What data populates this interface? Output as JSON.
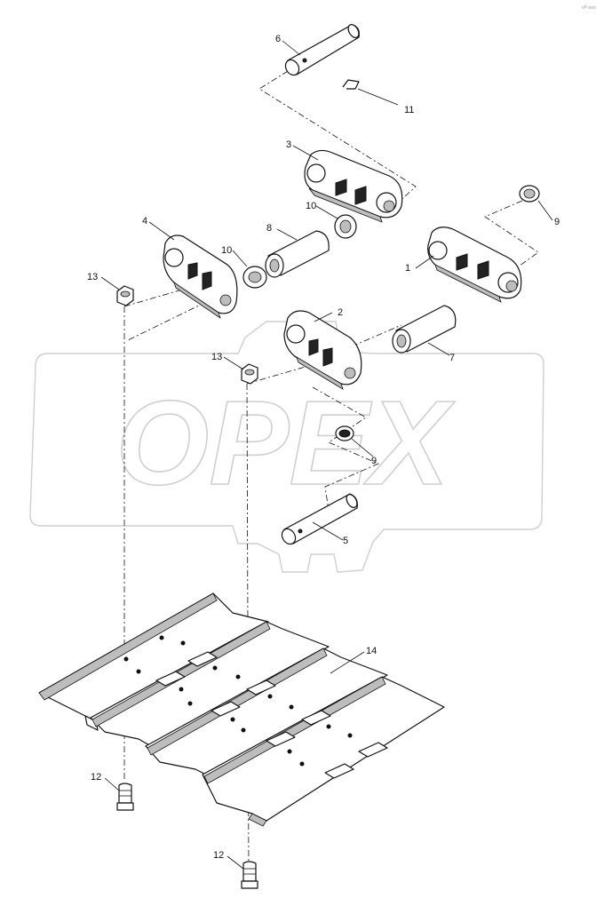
{
  "watermark": {
    "text": "OPEX"
  },
  "corner_code": "vP-ooo",
  "callouts": {
    "c6": "6",
    "c11": "11",
    "c3": "3",
    "c10a": "10",
    "c9a": "9",
    "c4": "4",
    "c8": "8",
    "c10b": "10",
    "c1": "1",
    "c13a": "13",
    "c2": "2",
    "c7": "7",
    "c13b": "13",
    "c9b": "9",
    "c5": "5",
    "c14": "14",
    "c12a": "12",
    "c12b": "12"
  }
}
